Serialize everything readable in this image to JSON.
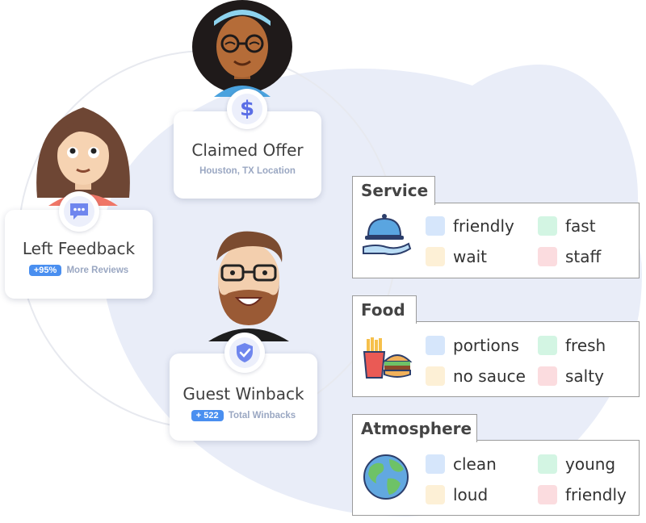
{
  "colors": {
    "accent": "#4a8ff0",
    "blob": "#e9edf8",
    "tag_blue": "#d6e6fb",
    "tag_green": "#d3f5e3",
    "tag_yellow": "#fdf0d6",
    "tag_red": "#fbdcdf"
  },
  "cards": {
    "claimed": {
      "title": "Claimed Offer",
      "subtitle": "Houston, TX Location",
      "icon": "dollar-icon"
    },
    "feedback": {
      "title": "Left Feedback",
      "pill": "+95%",
      "subtitle": "More Reviews",
      "icon": "chat-bubble-icon"
    },
    "winback": {
      "title": "Guest Winback",
      "pill": "+ 522",
      "subtitle": "Total Winbacks",
      "icon": "shield-check-icon"
    }
  },
  "panels": {
    "service": {
      "title": "Service",
      "icon": "cloche-icon",
      "tags": [
        "friendly",
        "fast",
        "wait",
        "staff"
      ]
    },
    "food": {
      "title": "Food",
      "icon": "fries-burger-icon",
      "tags": [
        "portions",
        "fresh",
        "no sauce",
        "salty"
      ]
    },
    "atmosphere": {
      "title": "Atmosphere",
      "icon": "globe-icon",
      "tags": [
        "clean",
        "young",
        "loud",
        "friendly"
      ]
    }
  }
}
